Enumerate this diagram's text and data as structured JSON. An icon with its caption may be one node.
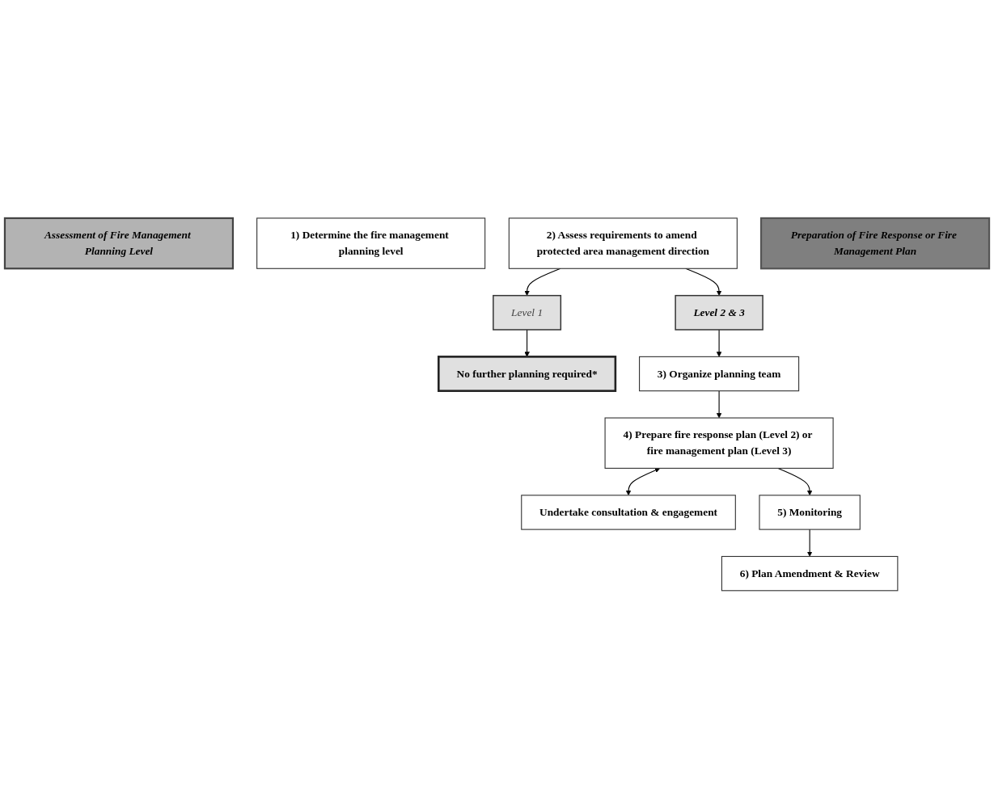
{
  "diagram": {
    "nodes": [
      {
        "text": [
          "Assessment of Fire Management Planning Level"
        ]
      },
      {
        "text": [
          "1) Determine the fire management planning level"
        ]
      },
      {
        "text": [
          "2) Assess requirements to amend protected area management direction"
        ]
      },
      {
        "text": [
          "Level 2 & 3"
        ]
      },
      {
        "text": [
          "Level 1"
        ]
      },
      {
        "text": [
          "No further planning required*"
        ]
      },
      {
        "text": [
          "Preparation of Fire Response or Fire Management Plan"
        ]
      },
      {
        "text": [
          "3) Organize planning team"
        ]
      },
      {
        "text": [
          "4) Prepare fire response plan (Level 2) or fire management plan (Level 3)"
        ]
      },
      {
        "text": [
          "Undertake consultation & engagement"
        ]
      },
      {
        "text": [
          "5) Monitoring"
        ]
      },
      {
        "text": [
          "6) Plan Amendment & Review"
        ]
      }
    ],
    "edges": [
      {
        "from": 2,
        "to": 3,
        "arrow": "to"
      },
      {
        "from": 2,
        "to": 4,
        "arrow": "to"
      },
      {
        "from": 4,
        "to": 5,
        "arrow": "to"
      },
      {
        "from": 3,
        "to": 7,
        "arrow": "to"
      },
      {
        "from": 7,
        "to": 8,
        "arrow": "to"
      },
      {
        "from": 8,
        "to": 9,
        "arrow": "both"
      },
      {
        "from": 8,
        "to": 10,
        "arrow": "to"
      },
      {
        "from": 10,
        "to": 11,
        "arrow": "to"
      }
    ]
  }
}
